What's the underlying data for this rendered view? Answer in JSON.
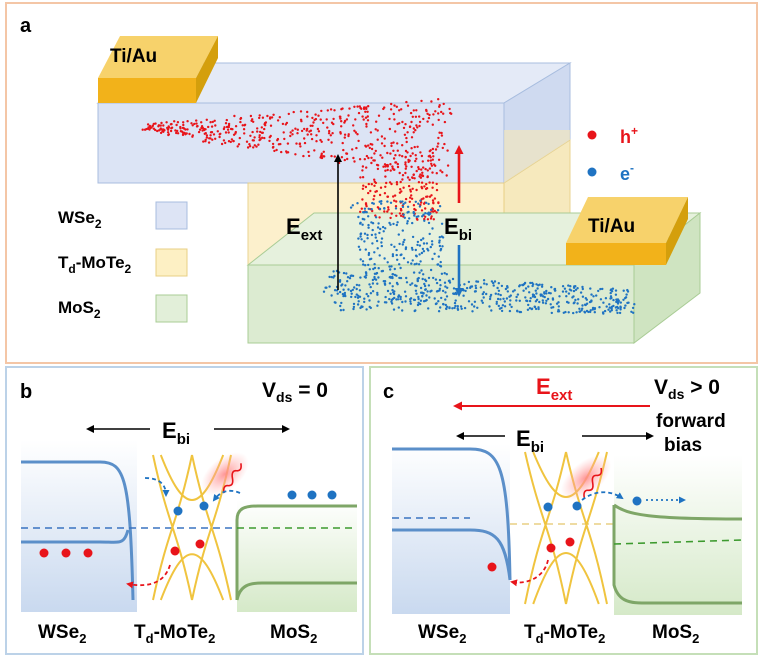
{
  "panel_a": {
    "label": "a",
    "contact_top": "Ti/Au",
    "contact_bottom": "Ti/Au",
    "hole_label": "h",
    "hole_sup": "+",
    "electron_label": "e",
    "electron_sup": "-",
    "e_ext_main": "E",
    "e_ext_sub": "ext",
    "e_bi_main": "E",
    "e_bi_sub": "bi",
    "legend": [
      {
        "main": "WSe",
        "sub": "2",
        "rest": "",
        "rest_sub": ""
      },
      {
        "main": "T",
        "sub": "d",
        "rest": "-MoTe",
        "rest_sub": "2"
      },
      {
        "main": "MoS",
        "sub": "2",
        "rest": "",
        "rest_sub": ""
      }
    ]
  },
  "panel_b": {
    "label": "b",
    "vds_main": "V",
    "vds_sub": "ds",
    "vds_cond": " = 0",
    "ebi_main": "E",
    "ebi_sub": "bi",
    "bottom_left": {
      "main": "WSe",
      "sub": "2"
    },
    "bottom_mid": {
      "main": "T",
      "sub": "d",
      "rest": "-MoTe",
      "rest_sub": "2"
    },
    "bottom_right": {
      "main": "MoS",
      "sub": "2"
    }
  },
  "panel_c": {
    "label": "c",
    "vds_main": "V",
    "vds_sub": "ds",
    "vds_cond": " > 0",
    "bias_line1": "forward",
    "bias_line2": "bias",
    "eext_main": "E",
    "eext_sub": "ext",
    "ebi_main": "E",
    "ebi_sub": "bi",
    "bottom_left": {
      "main": "WSe",
      "sub": "2"
    },
    "bottom_mid": {
      "main": "T",
      "sub": "d",
      "rest": "-MoTe",
      "rest_sub": "2"
    },
    "bottom_right": {
      "main": "MoS",
      "sub": "2"
    }
  },
  "colors": {
    "hole": "#e8141a",
    "electron": "#1f73c2",
    "wse2": "#dde4f5",
    "mote2": "#fdf0c4",
    "mos2": "#e2efd9",
    "gold": "#f2c01e",
    "panel_a_border": "#f4c6a6",
    "panel_b_border": "#bcd2e8",
    "panel_c_border": "#c5dfb8"
  }
}
